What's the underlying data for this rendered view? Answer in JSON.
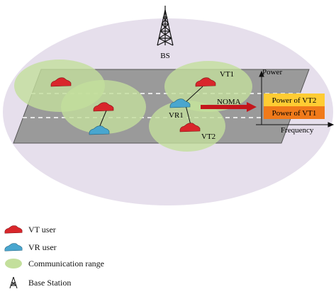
{
  "diagram": {
    "base_station_label": "BS",
    "vehicle_labels": {
      "vt1": "VT1",
      "vr1": "VR1",
      "vt2": "VT2"
    },
    "noma_label": "NOMA",
    "power_axis_label": "Power",
    "frequency_axis_label": "Frequency",
    "power_bars": [
      {
        "label": "Power of VT2",
        "color": "#ffcc33"
      },
      {
        "label": "Power of VT1",
        "color": "#f07a1a"
      }
    ]
  },
  "legend": [
    {
      "icon": "red-car-icon",
      "label": "VT user"
    },
    {
      "icon": "blue-car-icon",
      "label": "VR user"
    },
    {
      "icon": "green-ellipse-icon",
      "label": "Communication range"
    },
    {
      "icon": "tower-icon",
      "label": "Base Station"
    }
  ],
  "colors": {
    "cell": "#e6dfec",
    "road": "#9a9a9a",
    "range": "#c3df9c",
    "vt_car": "#d9262b",
    "vr_car": "#49a6cf",
    "arrow": "#c4161c"
  }
}
